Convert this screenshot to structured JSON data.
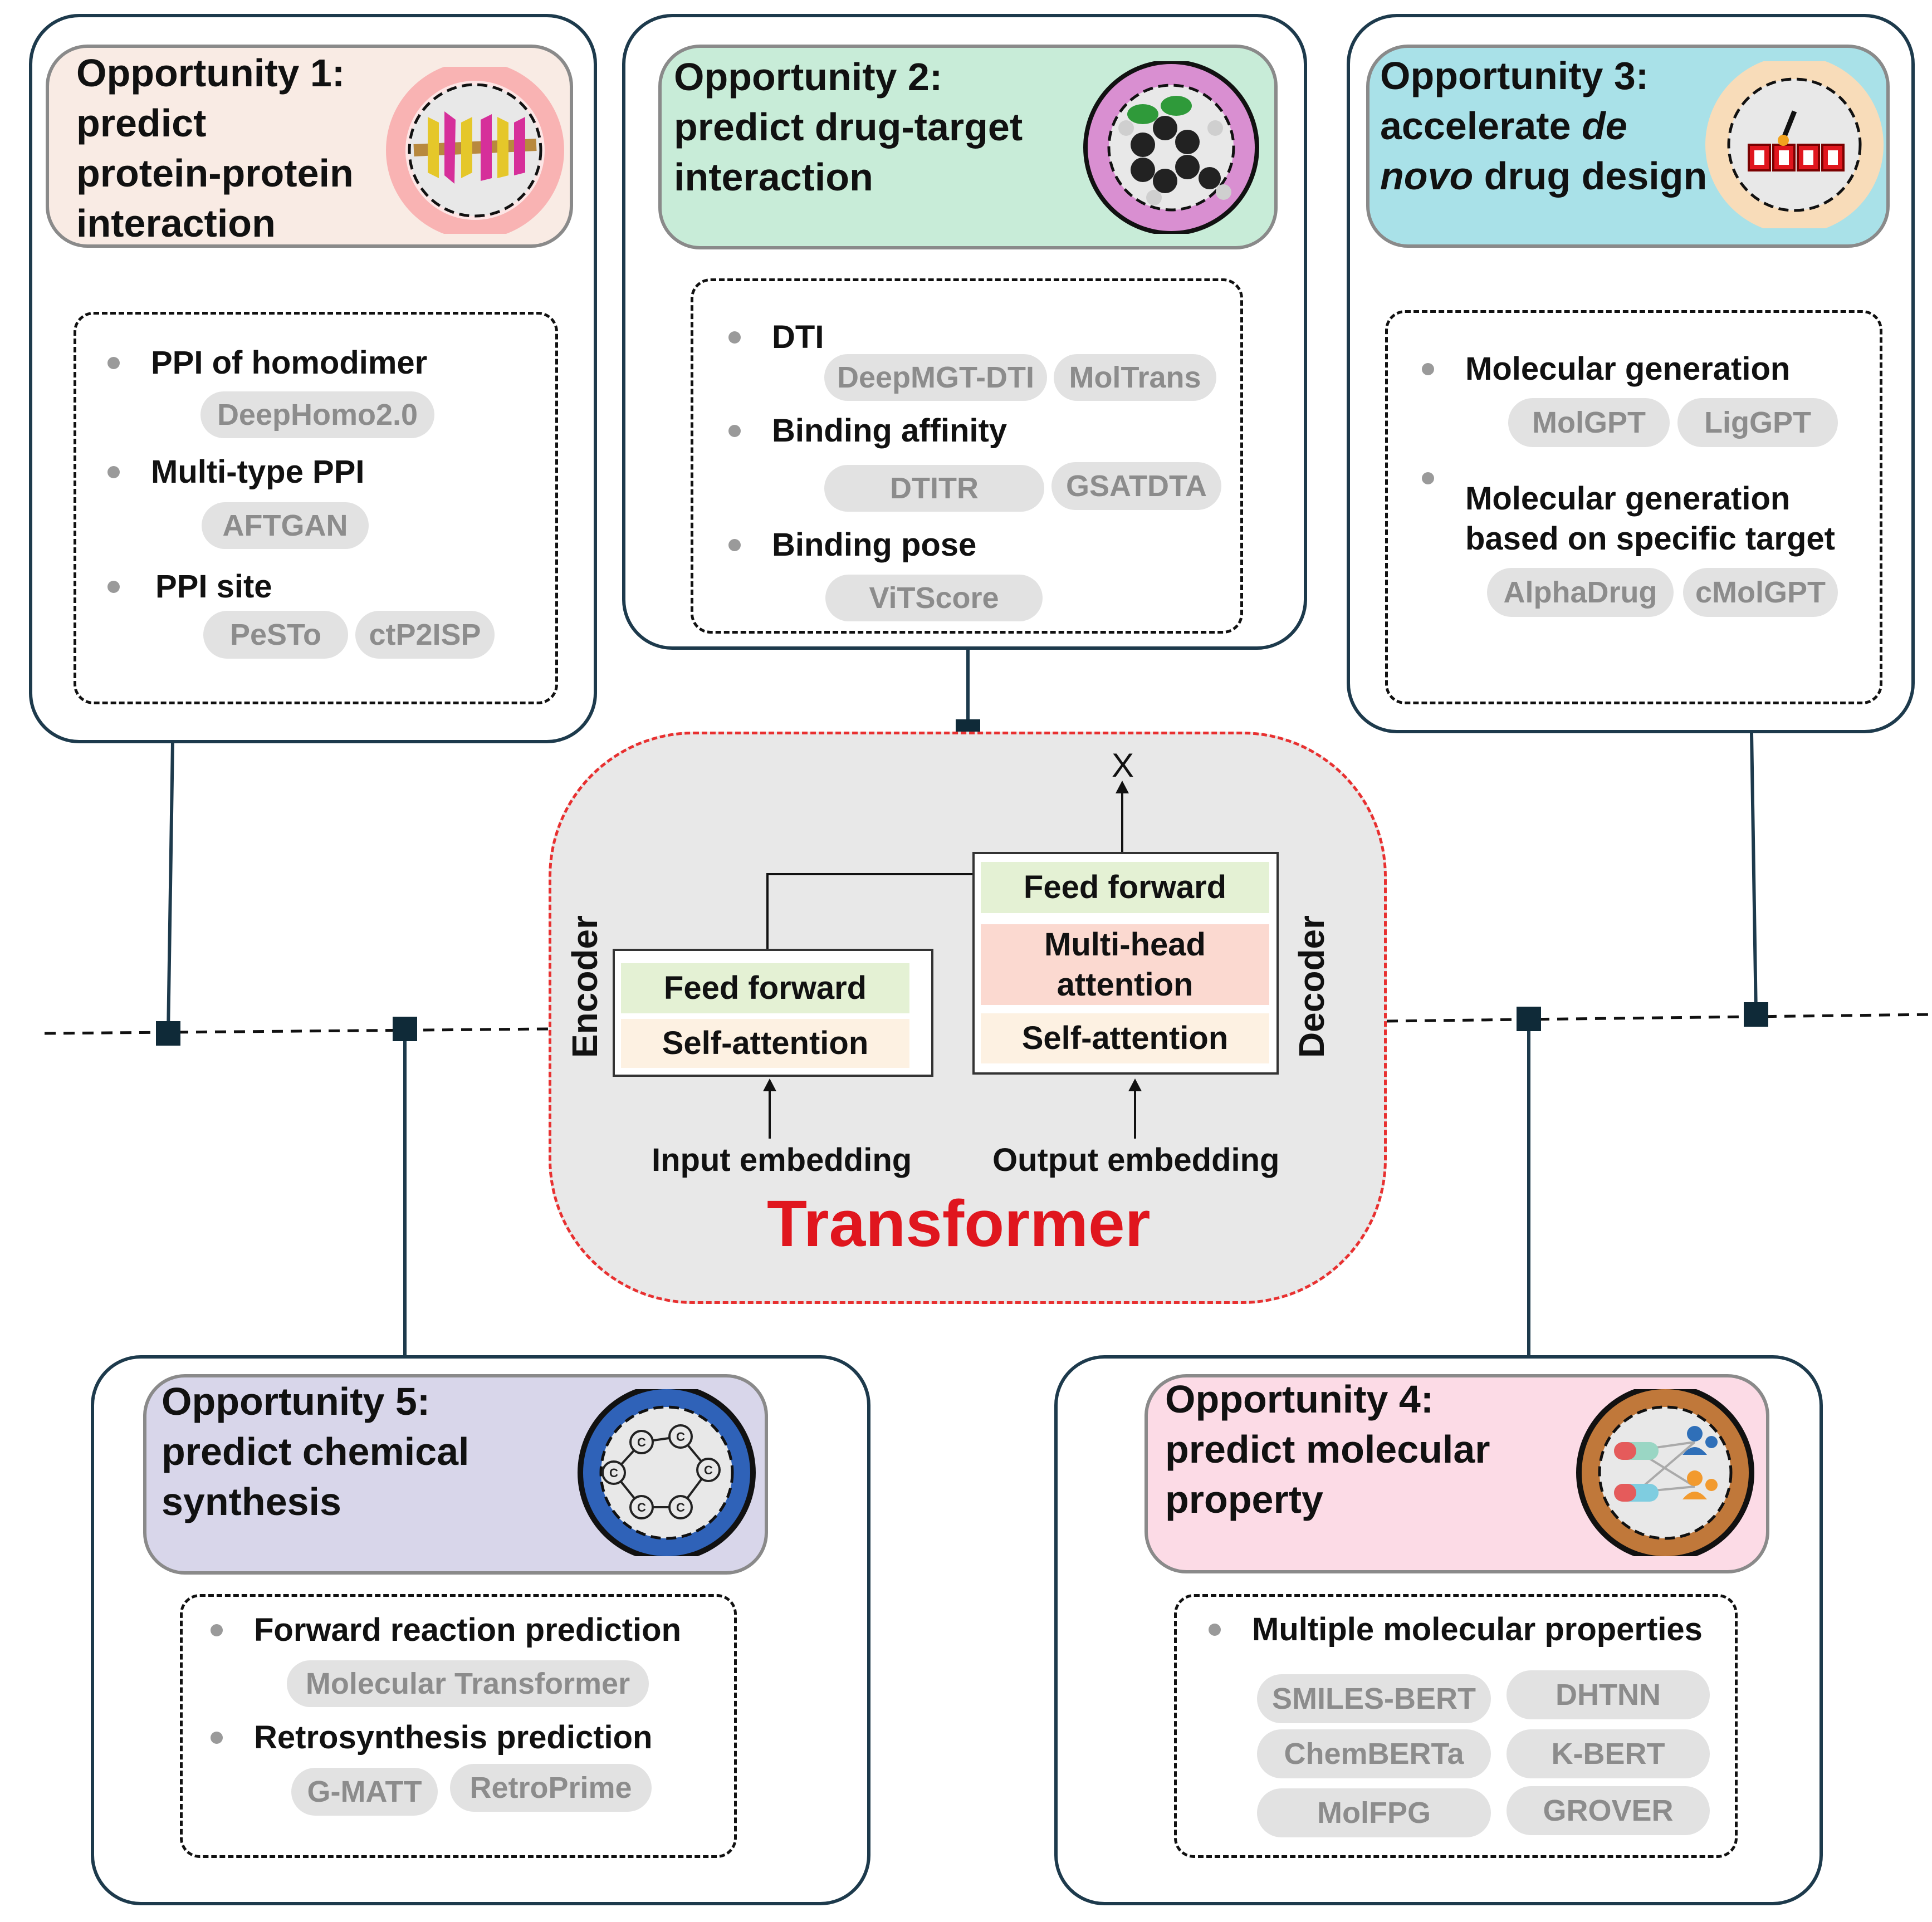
{
  "transformer": {
    "title": "Transformer",
    "encoder_label": "Encoder",
    "decoder_label": "Decoder",
    "encoder_layers": [
      "Feed forward",
      "Self-attention"
    ],
    "decoder_layers": [
      "Feed forward",
      "Multi-head attention",
      "Self-attention"
    ],
    "input_label": "Input embedding",
    "output_label": "Output embedding",
    "output_symbol": "X"
  },
  "colors": {
    "panel_border": "#1d3a4c",
    "tf_border": "#e83030",
    "title_red": "#e0161e",
    "head1": "#f9ebe4",
    "head2": "#c8ecd8",
    "head3": "#a9e1e8",
    "head4": "#fcdbe6",
    "head5": "#d8d6ea",
    "ff_green": "#e4f1d4",
    "mha_pink": "#fbd9d0",
    "sa_cream": "#fdf1e2"
  },
  "opportunities": [
    {
      "heading": "Opportunity 1:",
      "lines": [
        "predict",
        "protein-protein",
        "interaction"
      ],
      "icon": "protein-icon",
      "items": [
        {
          "label": "PPI of homodimer",
          "tools": [
            "DeepHomo2.0"
          ]
        },
        {
          "label": "Multi-type PPI",
          "tools": [
            "AFTGAN"
          ]
        },
        {
          "label": "PPI site",
          "tools": [
            "PeSTo",
            "ctP2ISP"
          ]
        }
      ]
    },
    {
      "heading": "Opportunity 2:",
      "lines": [
        "predict drug-target",
        "interaction"
      ],
      "icon": "molecule-icon",
      "items": [
        {
          "label": "DTI",
          "tools": [
            "DeepMGT-DTI",
            "MolTrans"
          ]
        },
        {
          "label": "Binding affinity",
          "tools": [
            "DTITR",
            "GSATDTA"
          ]
        },
        {
          "label": "Binding pose",
          "tools": [
            "ViTScore"
          ]
        }
      ]
    },
    {
      "heading": "Opportunity 3:",
      "line2_prefix": "accelerate ",
      "line2_italic": "de",
      "line3_italic": "novo",
      "line3_suffix": " drug design",
      "icon": "drug-design-icon",
      "items": [
        {
          "label": "Molecular generation",
          "tools": [
            "MolGPT",
            "LigGPT"
          ]
        },
        {
          "label_lines": [
            "Molecular generation",
            "based on specific target"
          ],
          "tools": [
            "AlphaDrug",
            "cMolGPT"
          ]
        }
      ]
    },
    {
      "heading": "Opportunity 4:",
      "lines": [
        "predict molecular",
        "property"
      ],
      "icon": "pill-network-icon",
      "items": [
        {
          "label": "Multiple molecular properties",
          "tools": [
            "SMILES-BERT",
            "DHTNN",
            "ChemBERTa",
            "K-BERT",
            "MolFPG",
            "GROVER"
          ]
        }
      ]
    },
    {
      "heading": "Opportunity 5:",
      "lines": [
        "predict chemical",
        "synthesis"
      ],
      "icon": "carbon-ring-icon",
      "ring_atom": "C",
      "items": [
        {
          "label": "Forward reaction prediction",
          "tools": [
            "Molecular Transformer"
          ]
        },
        {
          "label": "Retrosynthesis prediction",
          "tools": [
            "G-MATT",
            "RetroPrime"
          ]
        }
      ]
    }
  ]
}
